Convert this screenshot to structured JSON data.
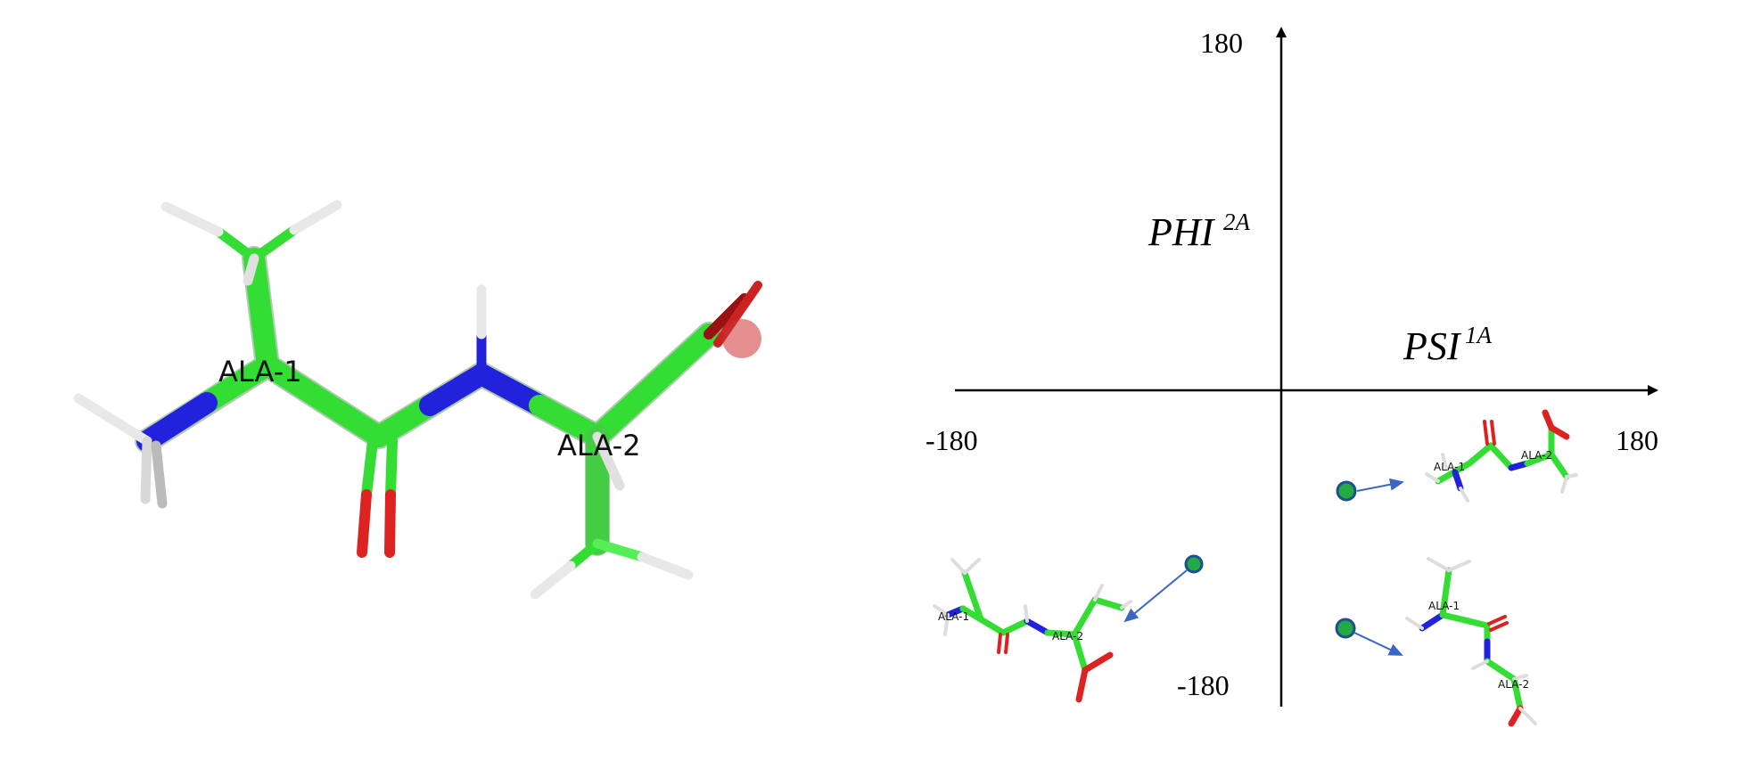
{
  "main_molecule": {
    "residue_labels": [
      "ALA-1",
      "ALA-2"
    ]
  },
  "ramachandran": {
    "x_axis": {
      "name": "PSI",
      "superscript": "1A",
      "min_label": "-180",
      "max_label": "180"
    },
    "y_axis": {
      "name": "PHI",
      "superscript": "2A",
      "min_label": "-180",
      "max_label": "180"
    }
  },
  "thumbnails": [
    {
      "id": "upper-right",
      "labels": [
        "ALA-1",
        "ALA-2"
      ]
    },
    {
      "id": "lower-right",
      "labels": [
        "ALA-1",
        "ALA-2"
      ]
    },
    {
      "id": "lower-left",
      "labels": [
        "ALA-1",
        "ALA-2"
      ]
    }
  ],
  "colors": {
    "carbon": "#33dd33",
    "nitrogen": "#2222dd",
    "oxygen": "#dd2222",
    "hydrogen": "#eeeeee",
    "marker_fill": "#22aa44",
    "marker_stroke": "#1f4f8f",
    "arrow": "#3a66c4"
  }
}
